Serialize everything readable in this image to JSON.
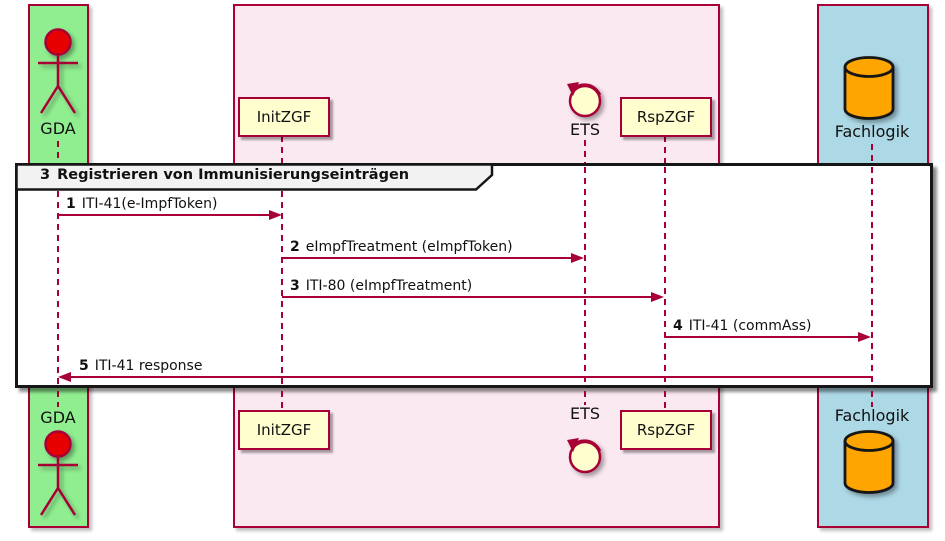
{
  "diagram": {
    "type": "sequence-diagram",
    "frame": {
      "seq": "3",
      "title": "Registrieren von Immunisierungseinträgen"
    },
    "participants": [
      {
        "label": "GDA",
        "kind": "actor"
      },
      {
        "label": "InitZGF",
        "kind": "participant"
      },
      {
        "label": "ETS",
        "kind": "control"
      },
      {
        "label": "RspZGF",
        "kind": "participant"
      },
      {
        "label": "Fachlogik",
        "kind": "database"
      }
    ],
    "messages": [
      {
        "seq": "1",
        "text": "ITI-41(e-ImpfToken)",
        "from": "GDA",
        "to": "InitZGF"
      },
      {
        "seq": "2",
        "text": "eImpfTreatment (eImpfToken)",
        "from": "InitZGF",
        "to": "ETS"
      },
      {
        "seq": "3",
        "text": "ITI-80 (eImpfTreatment)",
        "from": "InitZGF",
        "to": "RspZGF"
      },
      {
        "seq": "4",
        "text": "ITI-41 (commAss)",
        "from": "RspZGF",
        "to": "Fachlogik"
      },
      {
        "seq": "5",
        "text": "ITI-41 response",
        "from": "Fachlogik",
        "to": "GDA"
      }
    ],
    "colors": {
      "accent": "#A80036",
      "actor_group_box": "#90EE90",
      "zgf_group_box": "#FBE9F2",
      "fachlogik_group_box": "#ADD8E6",
      "participant_fill": "#FEFECE",
      "database_fill": "#FFA500",
      "actor_head": "#E60000",
      "frame_border": "#161616"
    }
  }
}
